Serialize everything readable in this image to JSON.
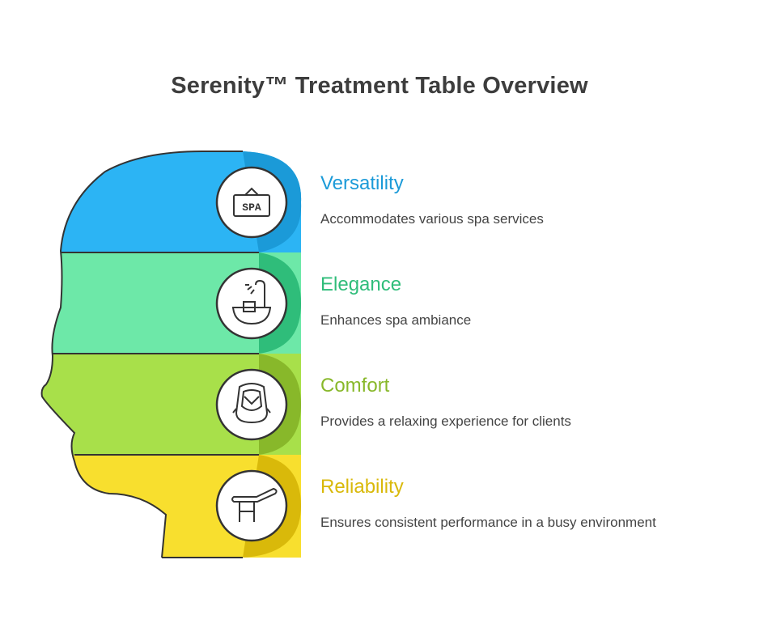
{
  "title": "Serenity™ Treatment Table Overview",
  "items": [
    {
      "title": "Versatility",
      "description": "Accommodates various spa services",
      "icon": "spa-sign-icon",
      "color": "#1b9ad8",
      "fill": "#2cb4f4"
    },
    {
      "title": "Elegance",
      "description": "Enhances spa ambiance",
      "icon": "shower-bath-icon",
      "color": "#2fbd7a",
      "fill": "#6de8a8"
    },
    {
      "title": "Comfort",
      "description": "Provides a relaxing experience for clients",
      "icon": "padded-seat-icon",
      "color": "#88b82a",
      "fill": "#a8e04a"
    },
    {
      "title": "Reliability",
      "description": "Ensures consistent performance in a busy environment",
      "icon": "treatment-table-icon",
      "color": "#d9b90a",
      "fill": "#f8df2e"
    }
  ],
  "icons": {
    "spa_sign_text": "SPA"
  }
}
